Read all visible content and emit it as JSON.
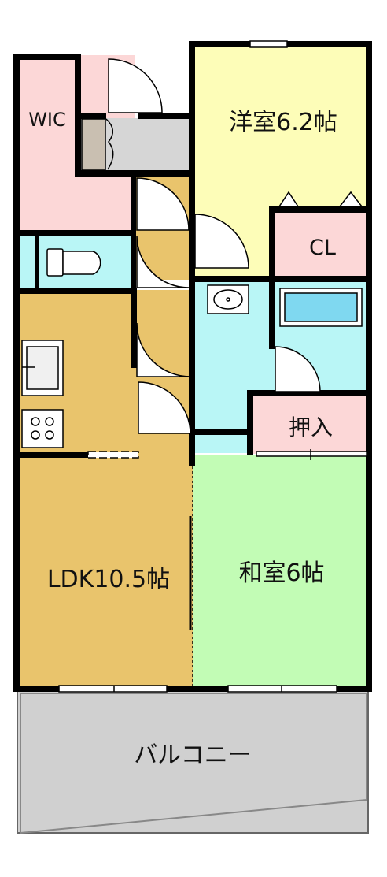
{
  "rooms": {
    "western": "洋室6.2帖",
    "wic": "WIC",
    "closet": "CL",
    "ldk": "LDK10.5帖",
    "japanese": "和室6帖",
    "oshiire": "押入",
    "balcony": "バルコニー"
  },
  "colors": {
    "wall": "#000000",
    "western": "#fdfdb8",
    "pink": "#fcd7d7",
    "ldk": "#e9c46c",
    "wet": "#b9f6f6",
    "japanese": "#c2fcb5",
    "balcony": "#d0d0d0",
    "storage_grey": "#d6d6d6"
  }
}
